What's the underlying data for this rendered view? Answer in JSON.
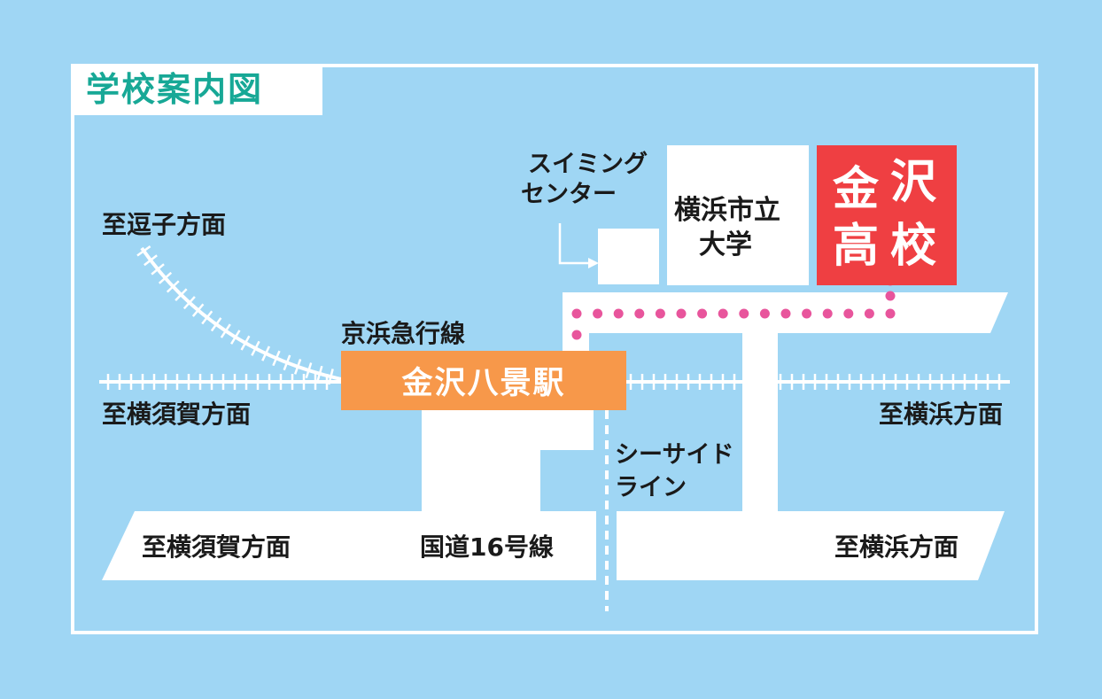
{
  "title": "学校案内図",
  "school": {
    "char1": "金",
    "char2": "沢",
    "char3": "高",
    "char4": "校"
  },
  "station": "金沢八景駅",
  "keikyu_line": "京浜急行線",
  "seaside_line": {
    "line1": "シーサイド",
    "line2": "ライン"
  },
  "swimming_center": {
    "line1": "スイミング",
    "line2": "センター"
  },
  "university": {
    "line1": "横浜市立",
    "line2": "大学"
  },
  "directions": {
    "zushi": "至逗子方面",
    "yokosuka_rail": "至横須賀方面",
    "yokohama_rail": "至横浜方面",
    "yokosuka_road": "至横須賀方面",
    "yokohama_road": "至横浜方面"
  },
  "road_name": "国道16号線",
  "colors": {
    "background": "#9fd6f4",
    "title_text": "#17a896",
    "station_box": "#f7984a",
    "school_box": "#ef3f42",
    "route_dots": "#e8559c"
  }
}
